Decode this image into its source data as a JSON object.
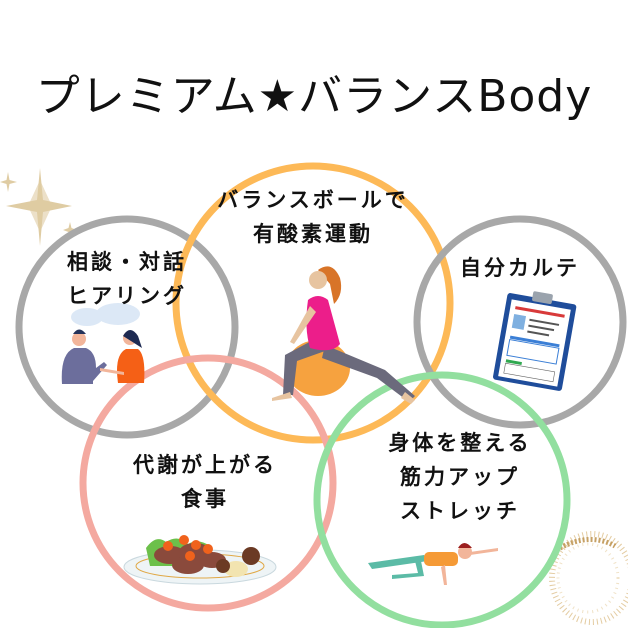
{
  "title": "プレミアム★バランスBody",
  "colors": {
    "gray_ring": "#a8a8a8",
    "orange_ring": "#fdb957",
    "pink_ring": "#f4a9a0",
    "green_ring": "#92df9f",
    "sparkle_gold": "#d8c08a"
  },
  "circles": [
    {
      "id": "consultation",
      "lines": [
        "相談・対話",
        "ヒアリング"
      ],
      "color": "#a8a8a8",
      "icon": "conversation-illustration"
    },
    {
      "id": "balance-ball",
      "lines": [
        "バランスボールで",
        "有酸素運動"
      ],
      "color": "#fdb957",
      "icon": "balance-ball-woman-illustration"
    },
    {
      "id": "chart",
      "lines": [
        "自分カルテ"
      ],
      "color": "#a8a8a8",
      "icon": "clipboard-chart-illustration"
    },
    {
      "id": "meal",
      "lines": [
        "代謝が上がる",
        "食事"
      ],
      "color": "#f4a9a0",
      "icon": "meal-plate-illustration"
    },
    {
      "id": "stretch",
      "lines": [
        "身体を整える",
        "筋力アップ",
        "ストレッチ"
      ],
      "color": "#92df9f",
      "icon": "stretching-woman-illustration"
    }
  ]
}
